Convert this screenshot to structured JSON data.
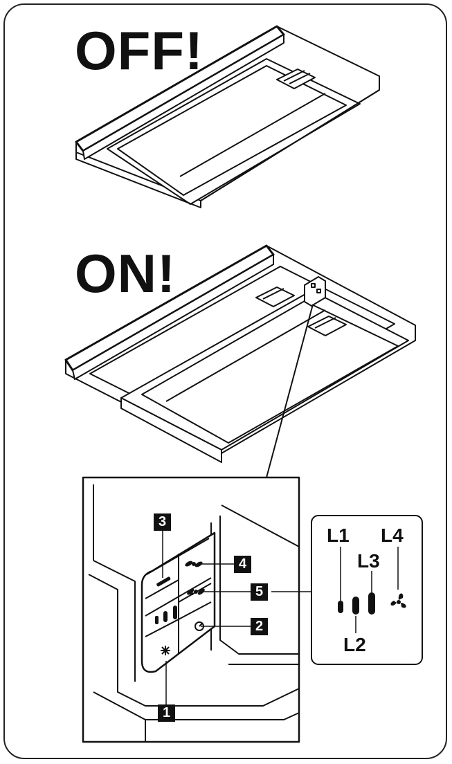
{
  "headings": {
    "off": "OFF!",
    "on": "ON!"
  },
  "callouts": [
    "1",
    "2",
    "3",
    "4",
    "5"
  ],
  "levels": [
    "L1",
    "L2",
    "L3",
    "L4"
  ],
  "icons": [
    "fan-minus-icon",
    "fan-plus-icon",
    "light-icon",
    "timer-icon",
    "level-indicator-icon",
    "fan-level-icon"
  ]
}
